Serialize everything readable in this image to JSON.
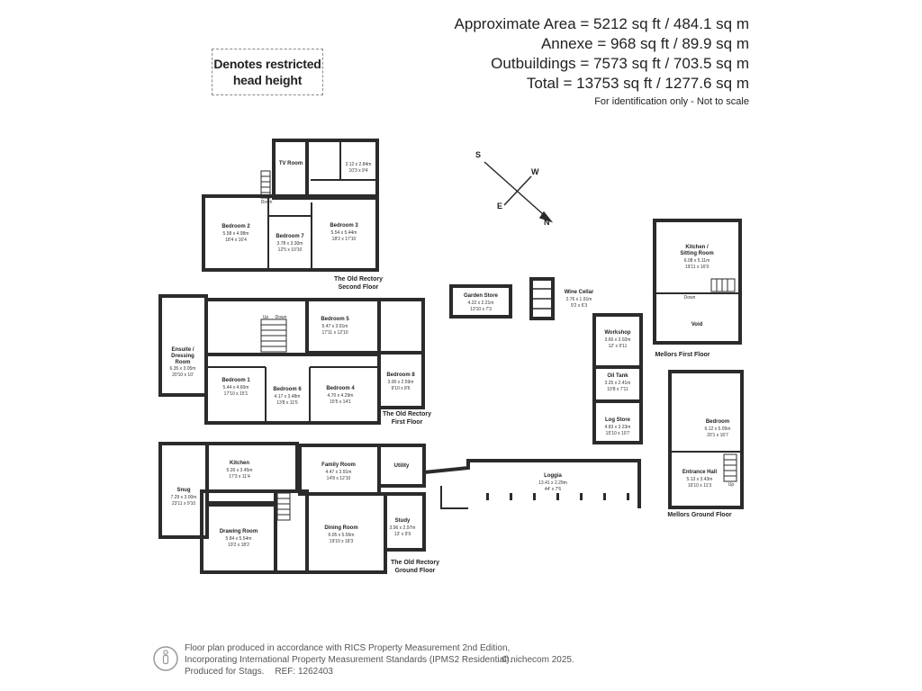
{
  "areas": {
    "main": "Approximate Area = 5212 sq ft / 484.1 sq m",
    "annexe": "Annexe = 968 sq ft / 89.9 sq m",
    "outbuildings": "Outbuildings = 7573 sq ft / 703.5 sq m",
    "total": "Total = 13753 sq ft / 1277.6 sq m",
    "note": "For identification only - Not to scale"
  },
  "legend": {
    "line1": "Denotes restricted",
    "line2": "head height"
  },
  "compass": {
    "n": "N",
    "s": "S",
    "e": "E",
    "w": "W"
  },
  "plans": {
    "second_floor": {
      "label1": "The Old Rectory",
      "label2": "Second Floor"
    },
    "first_floor": {
      "label1": "The Old Rectory",
      "label2": "First Floor"
    },
    "ground_floor": {
      "label1": "The Old Rectory",
      "label2": "Ground Floor"
    },
    "mellors_first": {
      "label": "Mellors First Floor"
    },
    "mellors_ground": {
      "label": "Mellors Ground Floor"
    }
  },
  "rooms": {
    "tv_room": {
      "name": "TV Room"
    },
    "sf_room": {
      "dim1": "3.12 x 2.84m",
      "dim2": "10'3 x 9'4"
    },
    "bedroom2": {
      "name": "Bedroom 2",
      "dim1": "5.58 x 4.98m",
      "dim2": "18'4 x 16'4"
    },
    "bedroom7": {
      "name": "Bedroom 7",
      "dim1": "3.78 x 3.30m",
      "dim2": "12'5 x 10'10"
    },
    "bedroom3": {
      "name": "Bedroom 3",
      "dim1": "5.54 x 5.44m",
      "dim2": "18'2 x 17'10"
    },
    "ensuite": {
      "name1": "Ensuite /",
      "name2": "Dressing",
      "name3": "Room",
      "dim1": "6.35 x 3.05m",
      "dim2": "20'10 x 10'"
    },
    "bedroom5": {
      "name": "Bedroom 5",
      "dim1": "5.47 x 3.91m",
      "dim2": "17'11 x 12'10"
    },
    "bedroom1": {
      "name": "Bedroom 1",
      "dim1": "5.44 x 4.60m",
      "dim2": "17'10 x 15'1"
    },
    "bedroom6": {
      "name": "Bedroom 6",
      "dim1": "4.17 x 3.48m",
      "dim2": "13'8 x 11'5"
    },
    "bedroom4": {
      "name": "Bedroom 4",
      "dim1": "4.70 x 4.29m",
      "dim2": "15'5 x 14'1"
    },
    "bedroom8": {
      "name": "Bedroom 8",
      "dim1": "3.00 x 2.59m",
      "dim2": "9'10 x 8'6"
    },
    "kitchen": {
      "name": "Kitchen",
      "dim1": "5.26 x 3.45m",
      "dim2": "17'3 x 11'4"
    },
    "snug": {
      "name": "Snug",
      "dim1": "7.29 x 3.00m",
      "dim2": "23'11 x 9'10"
    },
    "family_room": {
      "name": "Family Room",
      "dim1": "4.47 x 3.91m",
      "dim2": "14'8 x 12'10"
    },
    "utility": {
      "name": "Utility"
    },
    "drawing_room": {
      "name": "Drawing Room",
      "dim1": "5.84 x 5.54m",
      "dim2": "19'2 x 18'2"
    },
    "dining_room": {
      "name": "Dining Room",
      "dim1": "6.05 x 5.56m",
      "dim2": "19'10 x 18'3"
    },
    "study": {
      "name": "Study",
      "dim1": "3.96 x 2.97m",
      "dim2": "13' x 9'9"
    },
    "garden_store": {
      "name": "Garden Store",
      "dim1": "4.22 x 2.21m",
      "dim2": "13'10 x 7'3"
    },
    "wine_cellar": {
      "name": "Wine Cellar",
      "dim1": "2.76 x 1.91m",
      "dim2": "9'2 x 6'3"
    },
    "workshop": {
      "name": "Workshop",
      "dim1": "3.66 x 3.02m",
      "dim2": "12' x 9'11"
    },
    "oil_tank": {
      "name": "Oil Tank",
      "dim1": "3.25 x 2.41m",
      "dim2": "10'8 x 7'11"
    },
    "log_store": {
      "name": "Log Store",
      "dim1": "4.83 x 3.23m",
      "dim2": "15'10 x 10'7"
    },
    "loggia": {
      "name": "Loggia",
      "dim1": "13.41 x 2.29m",
      "dim2": "44' x 7'6"
    },
    "m_kitchen": {
      "name1": "Kitchen /",
      "name2": "Sitting Room",
      "dim1": "6.08 x 5.11m",
      "dim2": "19'11 x 16'9"
    },
    "void": {
      "name": "Void"
    },
    "m_bedroom": {
      "name": "Bedroom",
      "dim1": "6.12 x 5.05m",
      "dim2": "20'1 x 16'7"
    },
    "entrance_hall": {
      "name": "Entrance Hall",
      "dim1": "5.13 x 3.43m",
      "dim2": "16'10 x 11'3"
    }
  },
  "labels": {
    "down": "Down",
    "up": "Up"
  },
  "footer": {
    "line1": "Floor plan produced in accordance with RICS Property Measurement 2nd Edition,",
    "line2": "Incorporating International Property Measurement Standards (IPMS2 Residential).",
    "line3a": "Produced for Stags.",
    "line3b": "REF: 1262403",
    "brand": "© nichecom 2025."
  },
  "colors": {
    "wall": "#2b2b2b",
    "text": "#222222"
  }
}
